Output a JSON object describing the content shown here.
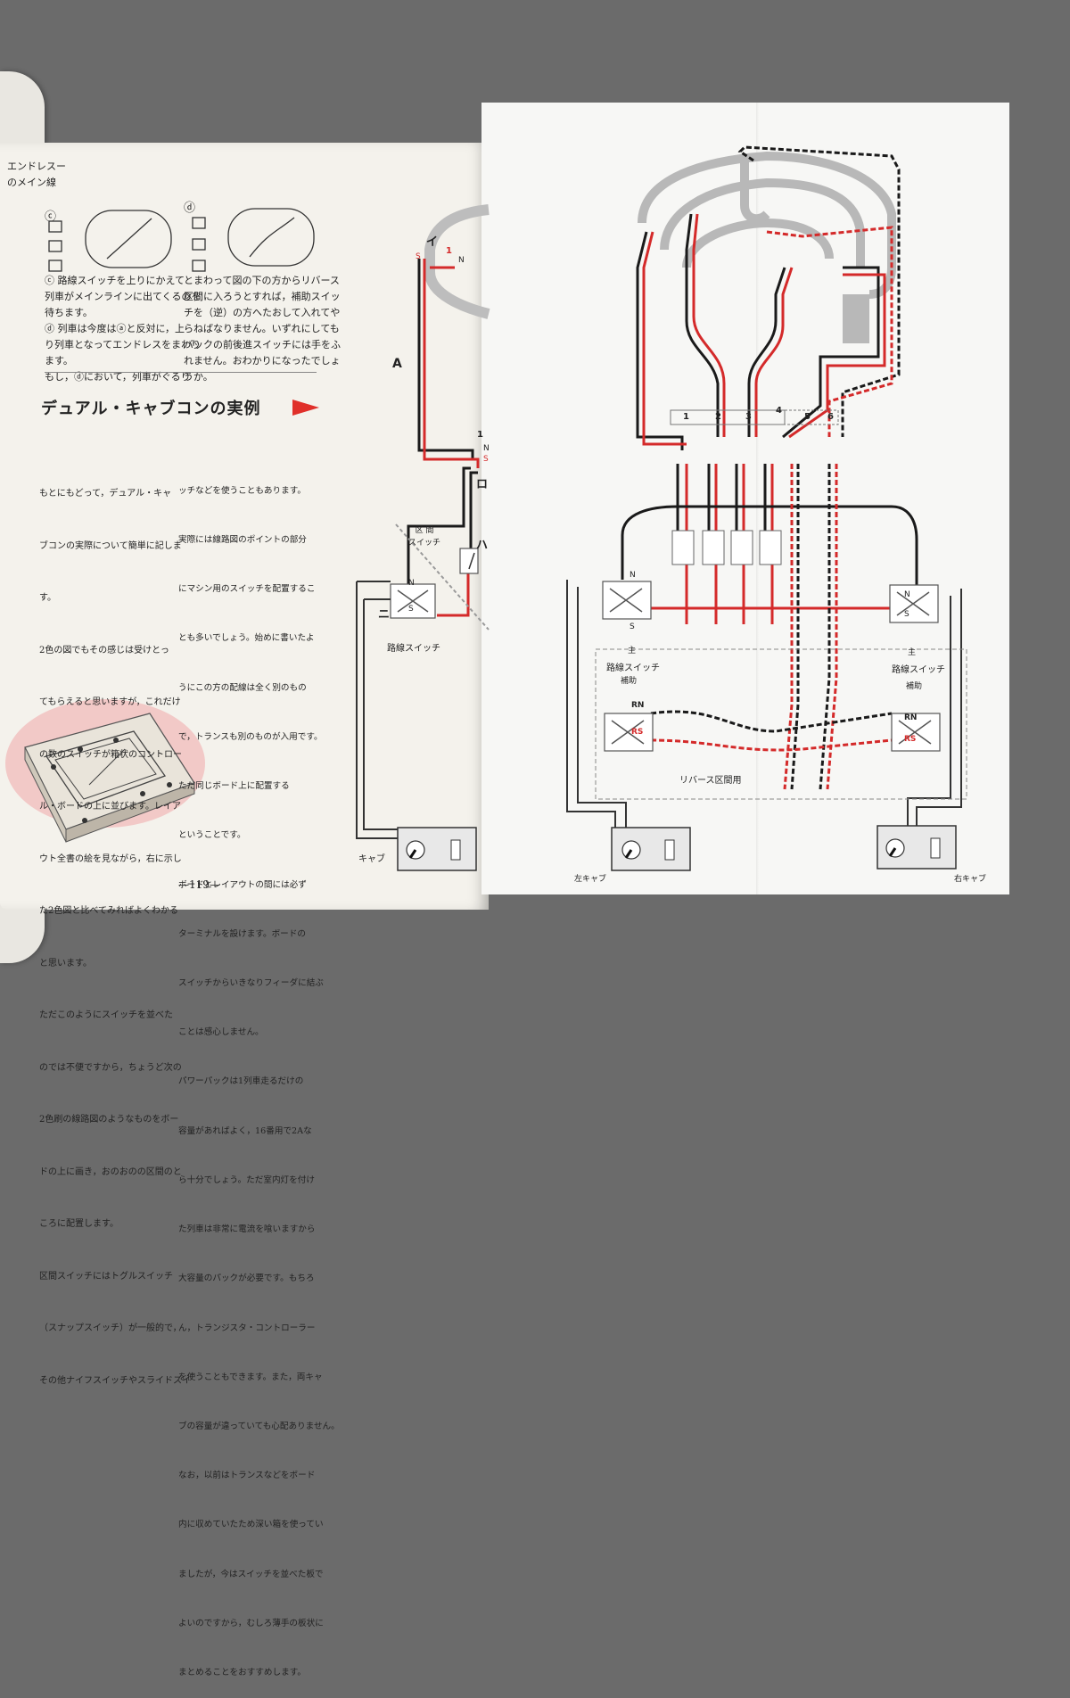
{
  "top_fragments": {
    "line1": "エンドレスー",
    "line2": "のメイン線"
  },
  "panel_labels": {
    "c": "ⓒ",
    "d": "ⓓ"
  },
  "upper_text": {
    "col1": [
      "ⓒ 路線スイッチを上りにかえて",
      "列車がメインラインに出てくるのを",
      "待ちます。",
      "ⓓ 列車は今度はⓐと反対に，上",
      "り列車となってエンドレスをまわり",
      "ます。",
      "もし，ⓓにおいて，列車がぐるり"
    ],
    "col2": [
      "とまわって図の下の方からリバース",
      "区間に入ろうとすれば，補助スイッ",
      "チを（逆）の方へたおして入れてや",
      "らねばなりません。いずれにしても",
      "バックの前後進スイッチには手をふ",
      "れません。おわかりになったでしょ",
      "うか。"
    ]
  },
  "heading": "デュアル・キャブコンの実例",
  "body": {
    "col1": [
      "もとにもどって，デュアル・キャ",
      "ブコンの実際について簡単に記しま",
      "す。",
      "2色の図でもその感じは受けとっ",
      "てもらえると思いますが，これだけ",
      "の数のスイッチが箱状のコントロー",
      "ル・ボードの上に並びます。レイア",
      "ウト全書の絵を見ながら，右に示し",
      "た2色図と比べてみればよくわかる",
      "と思います。",
      "ただこのようにスイッチを並べた",
      "のでは不便ですから，ちょうど次の",
      "2色刷の線路図のようなものをボー",
      "ドの上に画き，おのおのの区間のと",
      "ころに配置します。",
      "区間スイッチにはトグルスイッチ",
      "（スナップスイッチ）が一般的で，",
      "その他ナイフスイッチやスライドスイ"
    ],
    "col2": [
      "ッチなどを使うこともあります。",
      "実際には線路図のポイントの部分",
      "にマシン用のスイッチを配置するこ",
      "とも多いでしょう。始めに書いたよ",
      "うにこの方の配線は全く別のもの",
      "で，トランスも別のものが入用です。",
      "ただ同じボード上に配置する",
      "ということです。",
      "ボードとレイアウトの間には必ず",
      "ターミナルを設けます。ボードの",
      "スイッチからいきなりフィーダに結ぶ",
      "ことは感心しません。",
      "パワーパックは1列車走るだけの",
      "容量があればよく，16番用で2Aな",
      "ら十分でしょう。ただ室内灯を付け",
      "た列車は非常に電流を喰いますから",
      "大容量のパックが必要です。もちろ",
      "ん，トランジスタ・コントローラー",
      "を使うこともできます。また，両キャ",
      "ブの容量が違っていても心配ありません。",
      "なお，以前はトランスなどをボード",
      "内に収めていたため深い箱を使ってい",
      "ましたが，今はスイッチを並べた板で",
      "よいのですから，むしろ薄手の板状に",
      "まとめることをおすすめします。"
    ]
  },
  "page_number": "—119—",
  "diagram_left": {
    "label_i": "イ",
    "label_a": "A",
    "label_ro": "ロ",
    "label_ha": "ハ",
    "label_ni": "ニ",
    "s": "S",
    "n": "N",
    "one": "1",
    "section_switch": [
      "区 間",
      "スイッチ"
    ],
    "route_switch": "路線スイッチ",
    "cab": "キャブ"
  },
  "diagram_right": {
    "section_numbers": [
      "1",
      "2",
      "3",
      "4",
      "5",
      "6"
    ],
    "route_switch": "路線スイッチ",
    "main": "主",
    "aux": "補助",
    "reverse_section": "リバース区間用",
    "left_cab": "左キャブ",
    "right_cab": "右キャブ",
    "rn": "RN",
    "rs": "RS",
    "n": "N",
    "s": "S"
  },
  "colors": {
    "red": "#d42a2a",
    "black": "#1a1a1a",
    "gray_track": "#b8b8b8",
    "page": "#f7f7f5",
    "background": "#6b6b6b"
  }
}
